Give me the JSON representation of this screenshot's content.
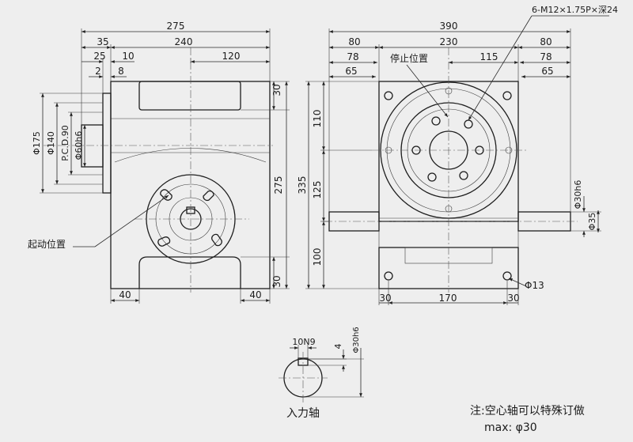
{
  "left_view": {
    "dims_top": {
      "d275": "275",
      "d240": "240",
      "d35": "35",
      "d25": "25",
      "d10": "10",
      "d120": "120",
      "d2": "2",
      "d8": "8"
    },
    "dims_left": {
      "phi175": "Φ175",
      "phi140": "Φ140",
      "pcd": "P.C.D.90",
      "phi60": "Φ60h6"
    },
    "dims_right": {
      "d30_top": "30",
      "d275": "275",
      "d30_bottom": "30"
    },
    "dims_bottom": {
      "d40_left": "40",
      "d40_right": "40"
    },
    "start_position_label": "起动位置"
  },
  "right_view": {
    "dims_top": {
      "d390": "390",
      "d80_left": "80",
      "d230": "230",
      "d80_right": "80",
      "d78_left": "78",
      "d115": "115",
      "d78_right": "78",
      "d65_left": "65",
      "d65_right": "65"
    },
    "tapped_hole_callout": "6-M12×1.75P×深24",
    "stop_position_label": "停止位置",
    "dims_left": {
      "d110": "110",
      "d125": "125",
      "d335": "335",
      "d100": "100"
    },
    "dims_right": {
      "phi30h6": "Φ30h6",
      "phi35": "Φ35"
    },
    "mount_hole": "Φ13",
    "dims_bottom": {
      "d30_left": "30",
      "d170": "170",
      "d30_right": "30"
    }
  },
  "shaft_detail": {
    "keyway": "10N9",
    "depth": "4",
    "diameter": "Φ30h6",
    "caption": "入力轴"
  },
  "footnote": {
    "line1": "注:空心轴可以特殊订做",
    "line2": "max: φ30"
  }
}
